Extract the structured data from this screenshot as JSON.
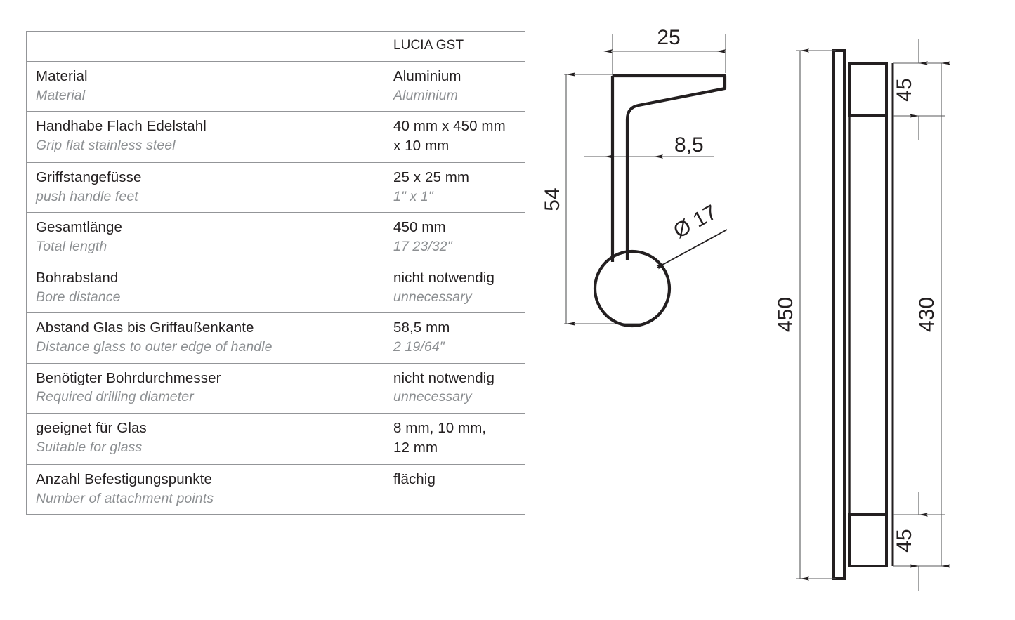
{
  "table": {
    "header": {
      "label": "",
      "value": "LUCIA GST"
    },
    "rows": [
      {
        "label_de": "Material",
        "label_en": "Material",
        "value_de": "Aluminium",
        "value_en": "Aluminium"
      },
      {
        "label_de": "Handhabe Flach Edelstahl",
        "label_en": "Grip flat stainless steel",
        "value_de": "40 mm x 450 mm\nx 10 mm",
        "value_en": ""
      },
      {
        "label_de": "Griffstangefüsse",
        "label_en": "push handle feet",
        "value_de": "25 x 25 mm",
        "value_en": "1\" x 1\""
      },
      {
        "label_de": "Gesamtlänge",
        "label_en": "Total length",
        "value_de": "450 mm",
        "value_en": "17 23/32\""
      },
      {
        "label_de": "Bohrabstand",
        "label_en": "Bore distance",
        "value_de": "nicht notwendig",
        "value_en": "unnecessary"
      },
      {
        "label_de": "Abstand Glas bis Griffaußenkante",
        "label_en": "Distance glass to outer edge of handle",
        "value_de": "58,5 mm",
        "value_en": "2 19/64\""
      },
      {
        "label_de": "Benötigter Bohrdurchmesser",
        "label_en": "Required drilling diameter",
        "value_de": "nicht notwendig",
        "value_en": "unnecessary"
      },
      {
        "label_de": "geeignet für Glas",
        "label_en": "Suitable for glass",
        "value_de": "8 mm, 10 mm,\n12 mm",
        "value_en": ""
      },
      {
        "label_de": "Anzahl Befestigungspunkte",
        "label_en": "Number of attachment points",
        "value_de": "flächig",
        "value_en": ""
      }
    ]
  },
  "drawing": {
    "section_view": {
      "name": "handle cross-section profile",
      "dim_width": "25",
      "dim_height": "54",
      "dim_thickness": "8,5",
      "dim_diameter": "Ø 17"
    },
    "elevation_view": {
      "name": "handle side elevation",
      "dim_total_length": "450",
      "dim_inner_length": "430",
      "dim_foot_top": "45",
      "dim_foot_bottom": "45"
    }
  },
  "colors": {
    "line": "#231f20",
    "table_border": "#939598",
    "secondary_text": "#8c8f92",
    "dimension_line": "#58595b"
  }
}
